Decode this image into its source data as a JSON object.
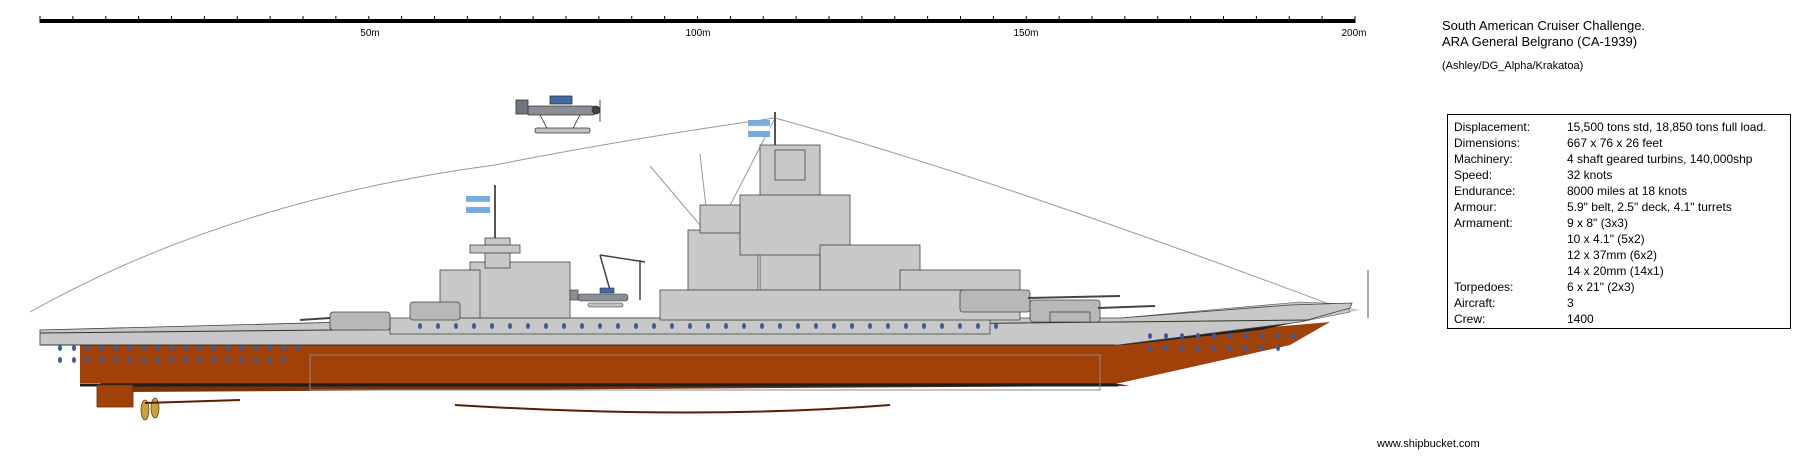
{
  "scale_bar": {
    "labels": [
      "50m",
      "100m",
      "150m",
      "200m"
    ]
  },
  "title": {
    "line1": "South American Cruiser Challenge.",
    "line2": "ARA General Belgrano (CA-1939)",
    "credit": "(Ashley/DG_Alpha/Krakatoa)"
  },
  "specs": [
    {
      "label": "Displacement:",
      "values": [
        "15,500 tons std, 18,850 tons full load."
      ]
    },
    {
      "label": "Dimensions:",
      "values": [
        "667 x 76 x 26 feet"
      ]
    },
    {
      "label": "Machinery:",
      "values": [
        "4 shaft geared turbins, 140,000shp"
      ]
    },
    {
      "label": "Speed:",
      "values": [
        "32 knots"
      ]
    },
    {
      "label": "Endurance:",
      "values": [
        "8000 miles at 18 knots"
      ]
    },
    {
      "label": "Armour:",
      "values": [
        "5.9\" belt, 2.5\" deck, 4.1\" turrets"
      ]
    },
    {
      "label": "Armament:",
      "values": [
        "9 x 8\" (3x3)",
        "10 x 4.1\" (5x2)",
        "12 x 37mm (6x2)",
        "14 x 20mm (14x1)"
      ]
    },
    {
      "label": "Torpedoes:",
      "values": [
        "6 x 21\" (2x3)"
      ]
    },
    {
      "label": "Aircraft:",
      "values": [
        "3"
      ]
    },
    {
      "label": "Crew:",
      "values": [
        "1400"
      ]
    }
  ],
  "watermark": "www.shipbucket.com",
  "colors": {
    "hull_upper": "#c8c8c8",
    "hull_lower": "#a0410a",
    "boot_top": "#1e1e1e",
    "portholes": "#3a5aa0",
    "flag_blue": "#74acdf"
  },
  "icons": [
    "argentine-flag-icon",
    "seaplane-icon",
    "ship-profile-icon"
  ]
}
